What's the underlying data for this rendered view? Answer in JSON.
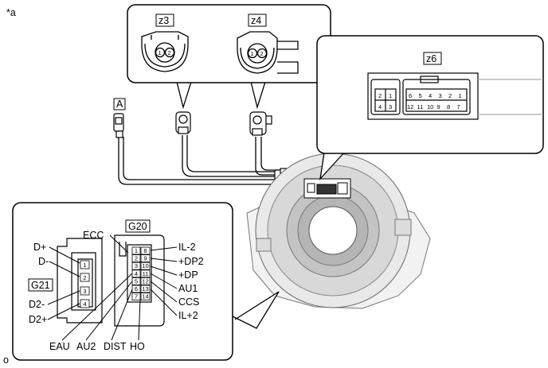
{
  "figure": {
    "marker": "*a",
    "corner_mark": "o"
  },
  "callouts": {
    "connector_a": "A",
    "z3": "z3",
    "z4": "z4",
    "z6": "z6",
    "g20": "G20",
    "g21": "G21"
  },
  "z3_pins": [
    "1",
    "2"
  ],
  "z4_pins": [
    "1",
    "2"
  ],
  "z6_small_pins": [
    "2",
    "1",
    "4",
    "3"
  ],
  "z6_large_top_pins": [
    "6",
    "5",
    "4",
    "3",
    "2",
    "1"
  ],
  "z6_large_bottom_pins": [
    "12",
    "11",
    "10",
    "9",
    "8",
    "7"
  ],
  "g21_pins": [
    "1",
    "2",
    "3",
    "4"
  ],
  "g20_pins_left": [
    "1",
    "2",
    "3",
    "4",
    "5",
    "6",
    "7"
  ],
  "g20_pins_right": [
    "8",
    "9",
    "10",
    "11",
    "12",
    "13",
    "14"
  ],
  "g21_terminals": [
    "D+",
    "D-",
    "D2-",
    "D2+"
  ],
  "g20_right_terminals": [
    "IL-2",
    "+DP2",
    "+DP",
    "AU1",
    "CCS",
    "IL+2"
  ],
  "g20_top_terminal": "ECC",
  "g20_bottom_terminals": [
    "EAU",
    "AU2",
    "DIST",
    "HO"
  ]
}
